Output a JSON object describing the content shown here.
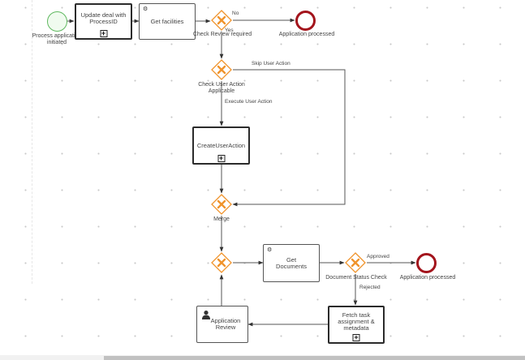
{
  "diagram": {
    "start_event": {
      "label": "Process application initiated",
      "color": "#5fb85f"
    },
    "tasks": {
      "update_deal": {
        "label": "Update deal with ProcessID",
        "type": "subprocess"
      },
      "get_facilities": {
        "label": "Get facilities",
        "type": "service-task"
      },
      "create_user_action": {
        "label": "CreateUserAction",
        "type": "subprocess"
      },
      "get_documents": {
        "label": "Get Documents",
        "type": "service-task"
      },
      "fetch_task": {
        "label": "Fetch task assignment & metadata",
        "type": "subprocess"
      },
      "application_review": {
        "label": "Application Review",
        "type": "user-task"
      }
    },
    "gateways": {
      "check_review": {
        "label": "Check Review required"
      },
      "check_user_action": {
        "label": "Check User Action Applicable"
      },
      "merge": {
        "label": "Merge"
      },
      "join": {
        "label": ""
      },
      "document_status": {
        "label": "Document Status Check"
      }
    },
    "end_events": {
      "end_top": {
        "label": "Application processed"
      },
      "end_bottom": {
        "label": "Application processed"
      }
    },
    "flow_labels": {
      "no": "No",
      "yes": "Yes",
      "skip_user_action": "Skip User Action",
      "execute_user_action": "Execute User Action",
      "approved": "Approved",
      "rejected": "Rejected"
    },
    "colors": {
      "gateway_stroke": "#f0932b",
      "end_stroke": "#a3141c",
      "flow_line": "#555555",
      "canvas_dot": "#c8c8c8"
    },
    "icons": {
      "subprocess_marker": "plus-square",
      "service_task": "gear",
      "user_task": "person",
      "gateway": "x-diamond"
    }
  }
}
